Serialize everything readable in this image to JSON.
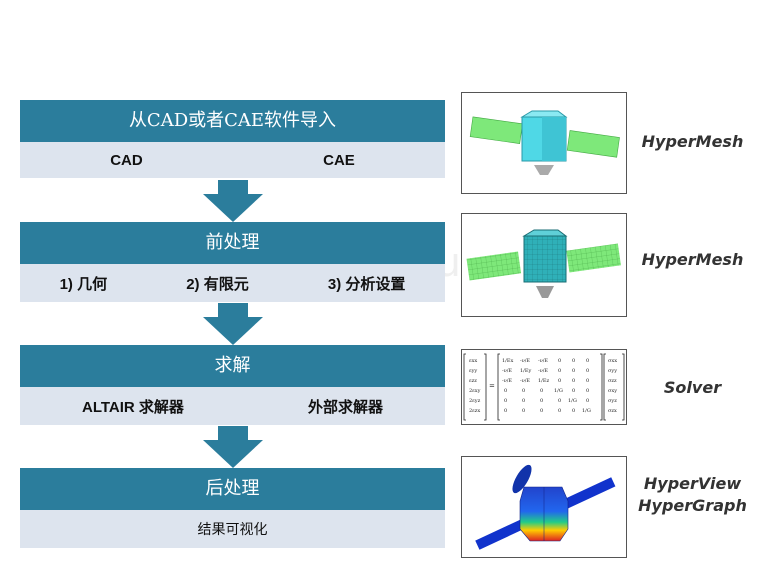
{
  "stages": [
    {
      "title": "从CAD或者CAE软件导入",
      "items": [
        "CAD",
        "CAE"
      ]
    },
    {
      "title": "前处理",
      "items": [
        "1) 几何",
        "2) 有限元",
        "3) 分析设置"
      ]
    },
    {
      "title": "求解",
      "items": [
        "ALTAIR 求解器",
        "外部求解器"
      ]
    },
    {
      "title": "后处理",
      "items": [
        "结果可视化"
      ]
    }
  ],
  "tools": [
    {
      "lines": [
        "HyperMesh"
      ]
    },
    {
      "lines": [
        "HyperMesh"
      ]
    },
    {
      "lines": [
        "Solver"
      ]
    },
    {
      "lines": [
        "HyperView",
        "HyperGraph"
      ]
    }
  ],
  "watermark": "renrenwenku.com",
  "colors": {
    "stage_header": "#2b7d9c",
    "stage_body": "#dde4ee",
    "panel": "#4fd8e6",
    "panel_green": "#7ee87a"
  }
}
